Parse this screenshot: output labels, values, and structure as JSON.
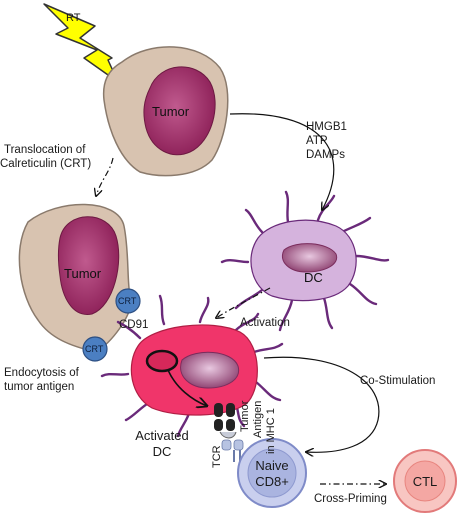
{
  "labels": {
    "rt": "RT",
    "tumor_top": "Tumor",
    "tumor_left": "Tumor",
    "translocation_line1": "Translocation of",
    "translocation_line2": "Calreticulin (CRT)",
    "signals_line1": "HMGB1",
    "signals_line2": "ATP",
    "signals_line3": "DAMPs",
    "dc": "DC",
    "crt_1": "CRT",
    "crt_2": "CRT",
    "cd91": "CD91",
    "activation": "Activation",
    "endocytosis_line1": "Endocytosis of",
    "endocytosis_line2": "tumor antigen",
    "co_stimulation": "Co-Stimulation",
    "activated_dc_line1": "Activated",
    "activated_dc_line2": "DC",
    "tumor_antigen_line1": "Tumor",
    "tumor_antigen_line2": "Antigen",
    "tumor_antigen_line3": "in MHC 1",
    "tcr": "TCR",
    "naive_line1": "Naive",
    "naive_line2": "CD8+",
    "cross_priming": "Cross-Priming",
    "ctl": "CTL"
  },
  "colors": {
    "lightning": "#ffff00",
    "tumor_cell": "#d8c3b0",
    "tumor_nucleus": "#a32f6c",
    "dc_cell": "#d5b3dd",
    "dendrite": "#6a2a7a",
    "activated_dc": "#f0356a",
    "crt_marker": "#4b7fc2",
    "naive_cell": "#c4cbeb",
    "ctl_cell": "#f6b6b6"
  }
}
